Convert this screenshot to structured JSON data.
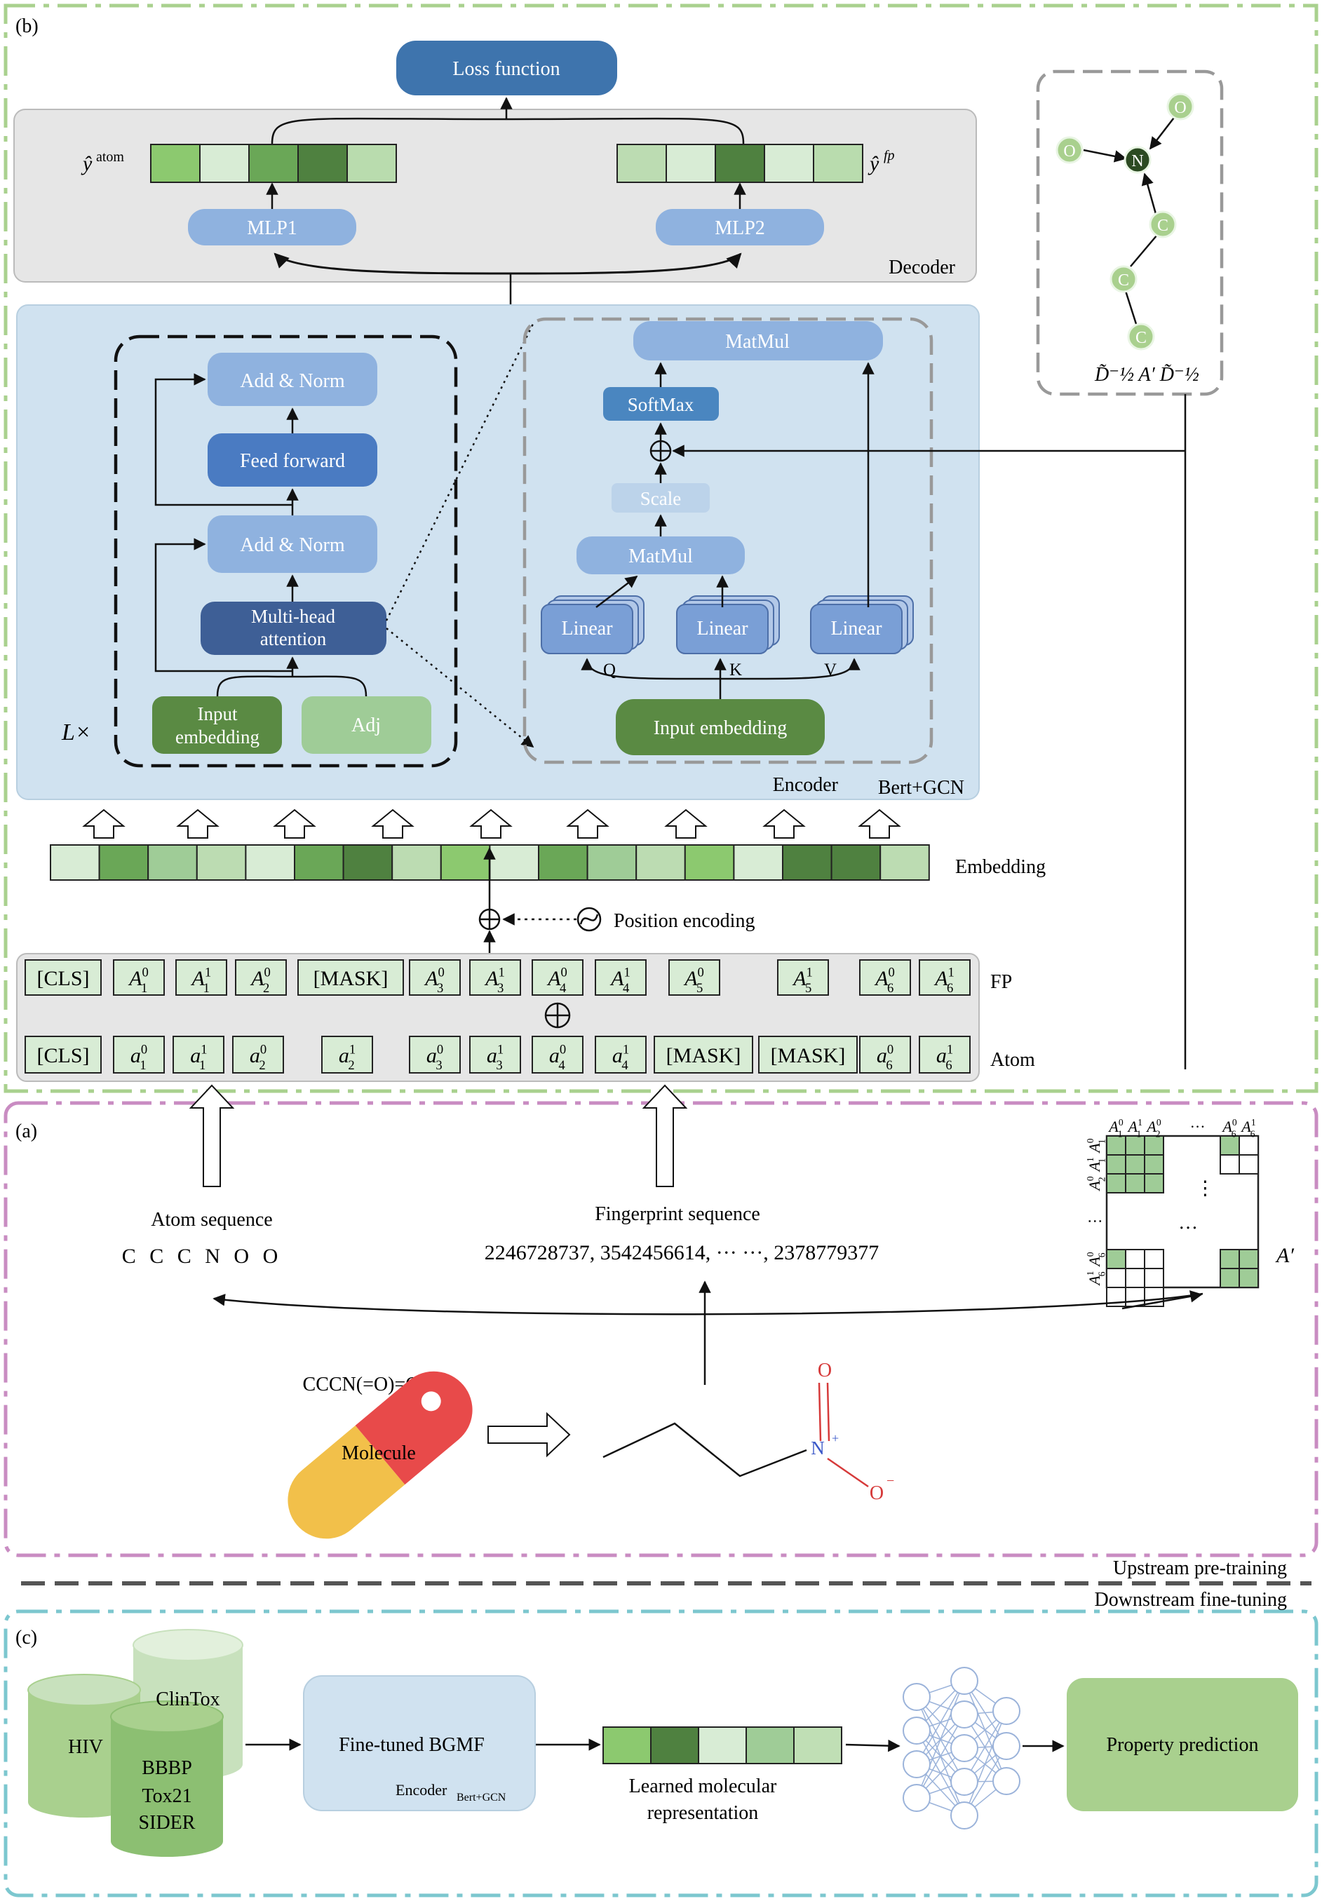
{
  "labels": {
    "panel_b": "(b)",
    "panel_a": "(a)",
    "panel_c": "(c)",
    "loss_function": "Loss function",
    "y_atom_symbol": "ŷ",
    "y_atom_sup": "atom",
    "y_fp_symbol": "ŷ",
    "y_fp_sup": "fp",
    "mlp1": "MLP1",
    "mlp2": "MLP2",
    "decoder": "Decoder",
    "add_norm": "Add & Norm",
    "feed_forward": "Feed forward",
    "multihead_line1": "Multi-head",
    "multihead_line2": "attention",
    "input_embedding_line1": "Input",
    "input_embedding_line2": "embedding",
    "adj": "Adj",
    "lx": "L×",
    "matmul": "MatMul",
    "softmax": "SoftMax",
    "scale": "Scale",
    "linear": "Linear",
    "q": "Q",
    "k": "K",
    "v": "V",
    "input_embedding": "Input embedding",
    "encoder": "Encoder",
    "bert_gcn": "Bert+GCN",
    "embedding": "Embedding",
    "position_encoding": "Position encoding",
    "fp": "FP",
    "atom": "Atom",
    "atom_sequence": "Atom sequence",
    "atom_sequence_value": "C C C N O O",
    "fingerprint_sequence": "Fingerprint sequence",
    "fingerprint_sequence_value": "2246728737, 3542456614, ··· ···, 2378779377",
    "a_prime": "A′",
    "smiles": "CCCN(=O)=O",
    "molecule": "Molecule",
    "upstream": "Upstream pre-training",
    "downstream": "Downstream fine-tuning",
    "hiv": "HIV",
    "clintox": "ClinTox",
    "bbbp": "BBBP",
    "tox21": "Tox21",
    "sider": "SIDER",
    "fine_tuned_bgmf": "Fine-tuned BGMF",
    "encoder_sub_main": "Encoder",
    "encoder_sub_sub": "Bert+GCN",
    "learned_line1": "Learned molecular",
    "learned_line2": "representation",
    "property_prediction": "Property prediction",
    "norm_formula": "D̃⁻½ A′ D̃⁻½"
  },
  "graph_nodes": [
    "O",
    "N",
    "O",
    "C",
    "C",
    "C"
  ],
  "molecule_atoms": {
    "o_top": "O",
    "n_plus": "N",
    "n_charge": "+",
    "o_minus": "O",
    "o_charge": "−"
  },
  "fp_tokens": [
    {
      "base": "[CLS]"
    },
    {
      "base": "A",
      "sub": "1",
      "sup": "0"
    },
    {
      "base": "A",
      "sub": "1",
      "sup": "1"
    },
    {
      "base": "A",
      "sub": "2",
      "sup": "0"
    },
    {
      "base": "[MASK]"
    },
    {
      "base": "A",
      "sub": "3",
      "sup": "0"
    },
    {
      "base": "A",
      "sub": "3",
      "sup": "1"
    },
    {
      "base": "A",
      "sub": "4",
      "sup": "0"
    },
    {
      "base": "A",
      "sub": "4",
      "sup": "1"
    },
    {
      "base": "A",
      "sub": "5",
      "sup": "0"
    },
    {
      "base": "A",
      "sub": "5",
      "sup": "1"
    },
    {
      "base": "A",
      "sub": "6",
      "sup": "0"
    },
    {
      "base": "A",
      "sub": "6",
      "sup": "1"
    }
  ],
  "atom_tokens": [
    {
      "base": "[CLS]"
    },
    {
      "base": "a",
      "sub": "1",
      "sup": "0"
    },
    {
      "base": "a",
      "sub": "1",
      "sup": "1"
    },
    {
      "base": "a",
      "sub": "2",
      "sup": "0"
    },
    {
      "base": "a",
      "sub": "2",
      "sup": "1"
    },
    {
      "base": "a",
      "sub": "3",
      "sup": "0"
    },
    {
      "base": "a",
      "sub": "3",
      "sup": "1"
    },
    {
      "base": "a",
      "sub": "4",
      "sup": "0"
    },
    {
      "base": "a",
      "sub": "4",
      "sup": "1"
    },
    {
      "base": "[MASK]"
    },
    {
      "base": "[MASK]"
    },
    {
      "base": "a",
      "sub": "6",
      "sup": "0"
    },
    {
      "base": "a",
      "sub": "6",
      "sup": "1"
    }
  ],
  "matrix_col_labels": [
    {
      "base": "A",
      "sub": "1",
      "sup": "0"
    },
    {
      "base": "A",
      "sub": "1",
      "sup": "1"
    },
    {
      "base": "A",
      "sub": "2",
      "sup": "0"
    },
    {
      "base": "···"
    },
    {
      "base": "A",
      "sub": "6",
      "sup": "0"
    },
    {
      "base": "A",
      "sub": "6",
      "sup": "1"
    }
  ],
  "matrix_row_labels": [
    {
      "base": "A",
      "sub": "1",
      "sup": "0"
    },
    {
      "base": "A",
      "sub": "1",
      "sup": "1"
    },
    {
      "base": "A",
      "sub": "2",
      "sup": "0"
    },
    {
      "base": "⋮"
    },
    {
      "base": "A",
      "sub": "6",
      "sup": "0"
    },
    {
      "base": "A",
      "sub": "6",
      "sup": "1"
    }
  ],
  "colors": {
    "green_light": "#d8ecd5",
    "green_mid": "#9fcc97",
    "green_bright": "#8cc96f",
    "green_med": "#6aa757",
    "green_dark": "#4f8140",
    "green_input": "#5a8a43",
    "blue_dark": "#3e74ad",
    "blue_mid": "#4a7bc2",
    "blue_light": "#8fb2df",
    "encoder_bg": "#d0e2f0",
    "decoder_bg": "#e6e6e6",
    "cyan_border": "#7cc7cf",
    "pink_border": "#c98cc2",
    "green_border": "#a9d18e"
  }
}
